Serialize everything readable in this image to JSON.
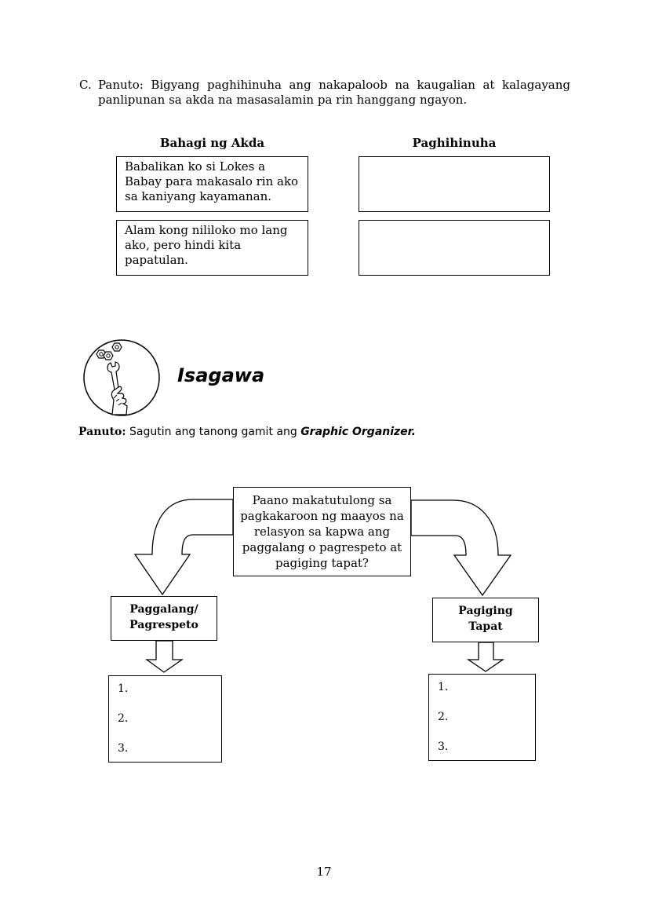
{
  "instruction": {
    "letter": "C.",
    "text": "Panuto: Bigyang paghihinuha ang nakapaloob na kaugalian at kalagayang panlipunan sa akda na masasalamin pa rin hanggang ngayon."
  },
  "table": {
    "col1_header": "Bahagi ng Akda",
    "col2_header": "Paghihinuha",
    "rows": [
      {
        "excerpt": "Babalikan ko si Lokes a Babay para makasalo rin ako sa kaniyang kayamanan.",
        "answer": ""
      },
      {
        "excerpt": "Alam kong nililoko mo lang ako, pero hindi kita papatulan.",
        "answer": ""
      }
    ]
  },
  "section": {
    "title": "Isagawa",
    "icon": "hand-wrench-icon"
  },
  "panuto": {
    "label": "Panuto:",
    "text": "Sagutin ang tanong gamit ang",
    "emphasis": "Graphic Organizer."
  },
  "organizer": {
    "question": "Paano makatutulong sa pagkakaroon ng maayos na relasyon sa kapwa ang paggalang o pagrespeto at pagiging tapat?",
    "left_label_1": "Paggalang/",
    "left_label_2": "Pagrespeto",
    "right_label_1": "Pagiging",
    "right_label_2": "Tapat",
    "items": [
      "1.",
      "2.",
      "3."
    ]
  },
  "page_number": "17"
}
